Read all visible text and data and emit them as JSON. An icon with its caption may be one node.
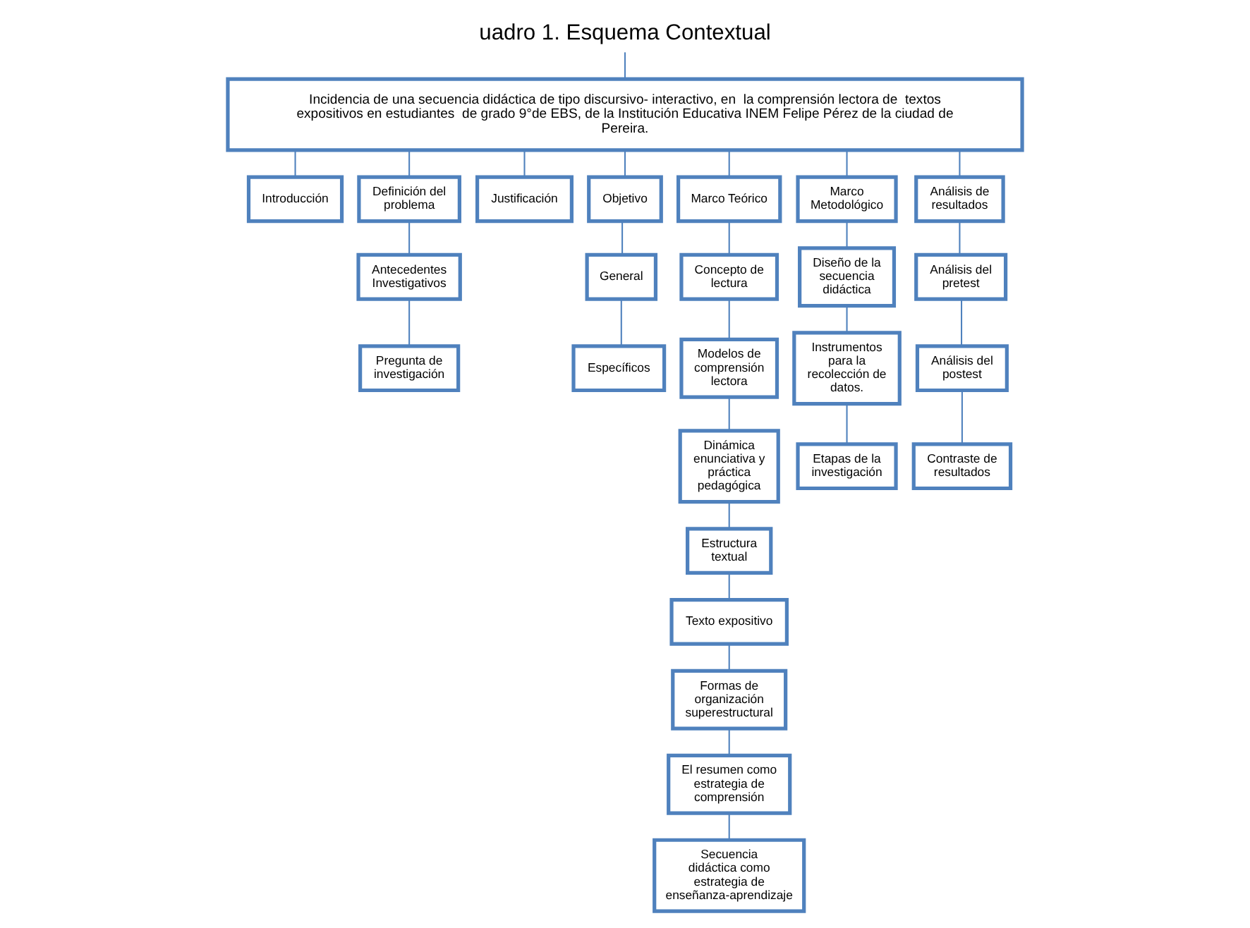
{
  "diagram": {
    "title": "uadro 1. Esquema Contextual",
    "nodes": [
      {
        "text": [
          "Incidencia de una secuencia didáctica de tipo discursivo- interactivo, en  la comprensión lectora de  textos expositivos en estudiantes  de grado 9°de EBS, de la Institución Educativa INEM Felipe Pérez de la ciudad de Pereira."
        ]
      },
      {
        "text": [
          "Introducción"
        ]
      },
      {
        "text": [
          "Definición del problema"
        ]
      },
      {
        "text": [
          "Antecedentes Investigativos"
        ]
      },
      {
        "text": [
          "Pregunta de investigación"
        ]
      },
      {
        "text": [
          "Justificación"
        ]
      },
      {
        "text": [
          "Objetivo"
        ]
      },
      {
        "text": [
          "General"
        ]
      },
      {
        "text": [
          "Específicos"
        ]
      },
      {
        "text": [
          "Marco Teórico"
        ]
      },
      {
        "text": [
          "Concepto de lectura"
        ]
      },
      {
        "text": [
          "Modelos de comprensión lectora"
        ]
      },
      {
        "text": [
          "Dinámica enunciativa y práctica pedagógica"
        ]
      },
      {
        "text": [
          "Estructura textual"
        ]
      },
      {
        "text": [
          "Texto expositivo"
        ]
      },
      {
        "text": [
          "Formas de organización superestructural"
        ]
      },
      {
        "text": [
          "El resumen como estrategia de comprensión"
        ]
      },
      {
        "text": [
          "Secuencia didáctica como estrategia de enseñanza-aprendizaje"
        ]
      },
      {
        "text": [
          "Marco Metodológico"
        ]
      },
      {
        "text": [
          "Diseño de la secuencia didáctica"
        ]
      },
      {
        "text": [
          "Instrumentos para la recolección de datos."
        ]
      },
      {
        "text": [
          "Etapas de la investigación"
        ]
      },
      {
        "text": [
          "Análisis de resultados"
        ]
      },
      {
        "text": [
          "Análisis del pretest"
        ]
      },
      {
        "text": [
          "Análisis del postest"
        ]
      },
      {
        "text": [
          "Contraste de resultados"
        ]
      }
    ],
    "edges": [
      {
        "from": null,
        "to": 0,
        "arrow": "none"
      },
      {
        "from": 0,
        "to": 1,
        "arrow": "none"
      },
      {
        "from": 0,
        "to": 2,
        "arrow": "none"
      },
      {
        "from": 0,
        "to": 5,
        "arrow": "none"
      },
      {
        "from": 0,
        "to": 6,
        "arrow": "none"
      },
      {
        "from": 0,
        "to": 9,
        "arrow": "none"
      },
      {
        "from": 0,
        "to": 18,
        "arrow": "none"
      },
      {
        "from": 0,
        "to": 22,
        "arrow": "none"
      },
      {
        "from": 2,
        "to": 3,
        "arrow": "none"
      },
      {
        "from": 3,
        "to": 4,
        "arrow": "none"
      },
      {
        "from": 6,
        "to": 7,
        "arrow": "none"
      },
      {
        "from": 7,
        "to": 8,
        "arrow": "none"
      },
      {
        "from": 9,
        "to": 10,
        "arrow": "none"
      },
      {
        "from": 10,
        "to": 11,
        "arrow": "none"
      },
      {
        "from": 11,
        "to": 12,
        "arrow": "none"
      },
      {
        "from": 12,
        "to": 13,
        "arrow": "none"
      },
      {
        "from": 13,
        "to": 14,
        "arrow": "none"
      },
      {
        "from": 14,
        "to": 15,
        "arrow": "none"
      },
      {
        "from": 15,
        "to": 16,
        "arrow": "none"
      },
      {
        "from": 16,
        "to": 17,
        "arrow": "none"
      },
      {
        "from": 18,
        "to": 19,
        "arrow": "none"
      },
      {
        "from": 19,
        "to": 20,
        "arrow": "none"
      },
      {
        "from": 20,
        "to": 21,
        "arrow": "none"
      },
      {
        "from": 22,
        "to": 23,
        "arrow": "none"
      },
      {
        "from": 23,
        "to": 24,
        "arrow": "none"
      },
      {
        "from": 24,
        "to": 25,
        "arrow": "none"
      }
    ]
  }
}
